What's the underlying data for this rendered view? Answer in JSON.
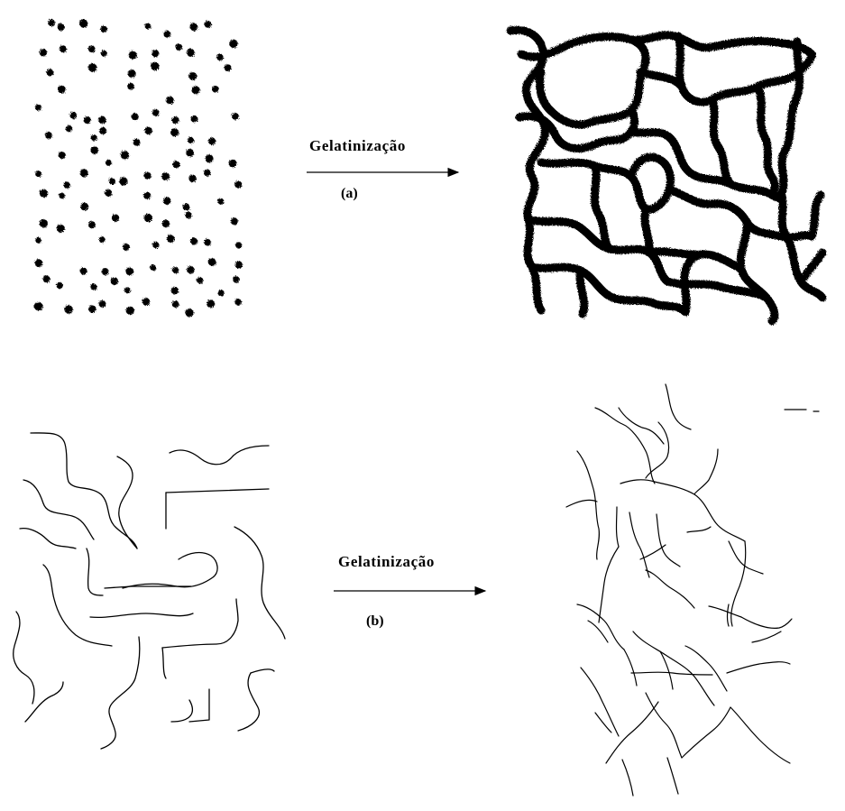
{
  "process_a": {
    "label": "Gelatinização",
    "tag": "(a)",
    "before": "granules",
    "after": "gel-network"
  },
  "process_b": {
    "label": "Gelatinização",
    "tag": "(b)",
    "before": "dispersed-chains",
    "after": "branched-network"
  },
  "colors": {
    "ink": "#000000",
    "background": "#ffffff"
  }
}
